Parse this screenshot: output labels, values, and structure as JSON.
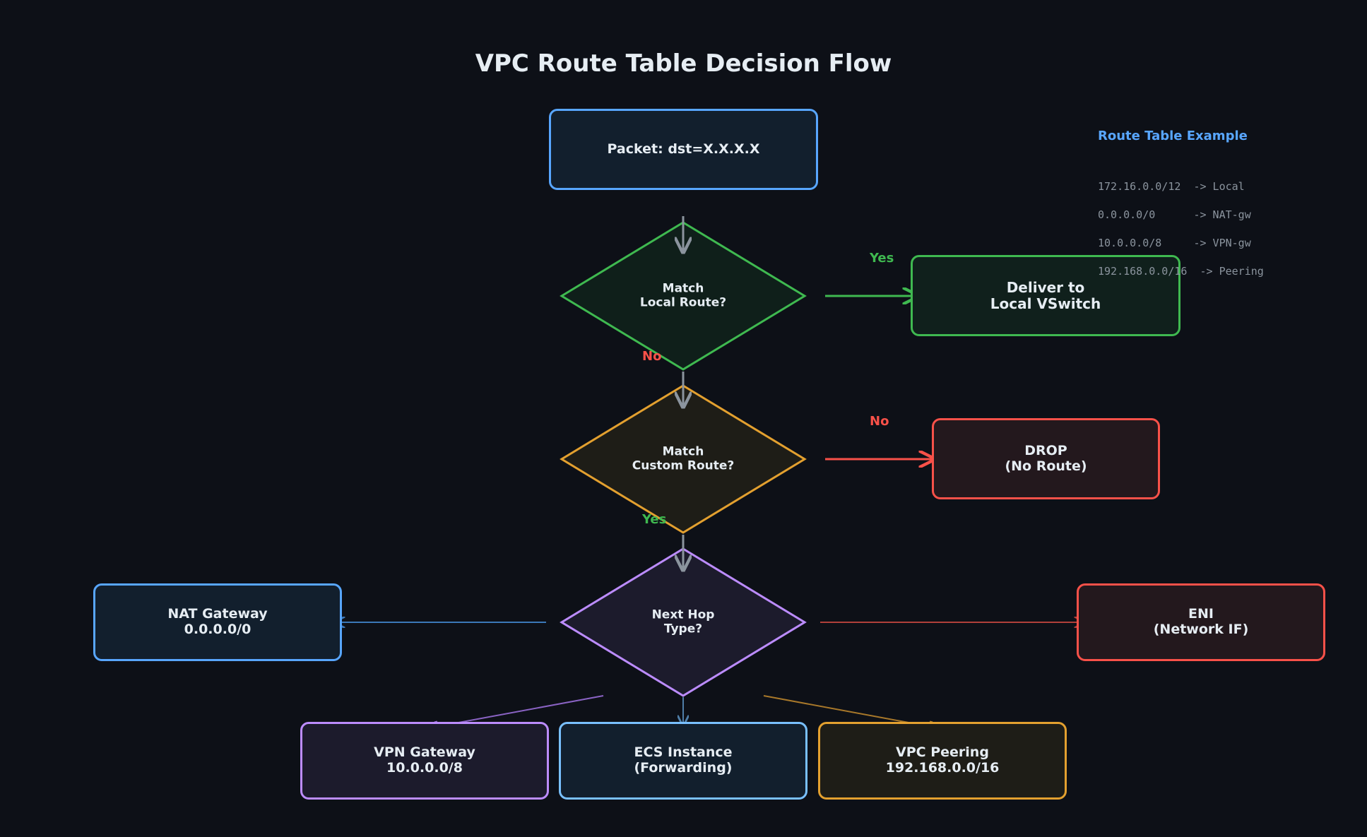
{
  "title": "VPC Route Table Decision Flow",
  "nodes": {
    "packet": "Packet: dst=X.X.X.X",
    "match_local": "Match\nLocal Route?",
    "deliver_local": "Deliver to\nLocal VSwitch",
    "match_custom": "Match\nCustom Route?",
    "drop": "DROP\n(No Route)",
    "next_hop": "Next Hop\nType?",
    "nat_gateway": "NAT Gateway\n0.0.0.0/0",
    "eni": "ENI\n(Network IF)",
    "vpn_gateway": "VPN Gateway\n10.0.0.0/8",
    "ecs_instance": "ECS Instance\n(Forwarding)",
    "vpc_peering": "VPC Peering\n192.168.0.0/16"
  },
  "edge_labels": {
    "local_yes": "Yes",
    "local_no": "No",
    "custom_no": "No",
    "custom_yes": "Yes"
  },
  "legend": {
    "title": "Route Table Example",
    "rows": [
      "172.16.0.0/12  -> Local",
      "0.0.0.0/0      -> NAT-gw",
      "10.0.0.0/8     -> VPN-gw",
      "192.168.0.0/16  -> Peering"
    ]
  },
  "colors": {
    "background": "#0d1017",
    "blue": "#58a6ff",
    "green": "#3fb950",
    "orange": "#e3a02f",
    "red": "#f85149",
    "purple": "#bc8cff",
    "light_blue": "#79c0ff",
    "gray_arrow": "#8b949e"
  }
}
